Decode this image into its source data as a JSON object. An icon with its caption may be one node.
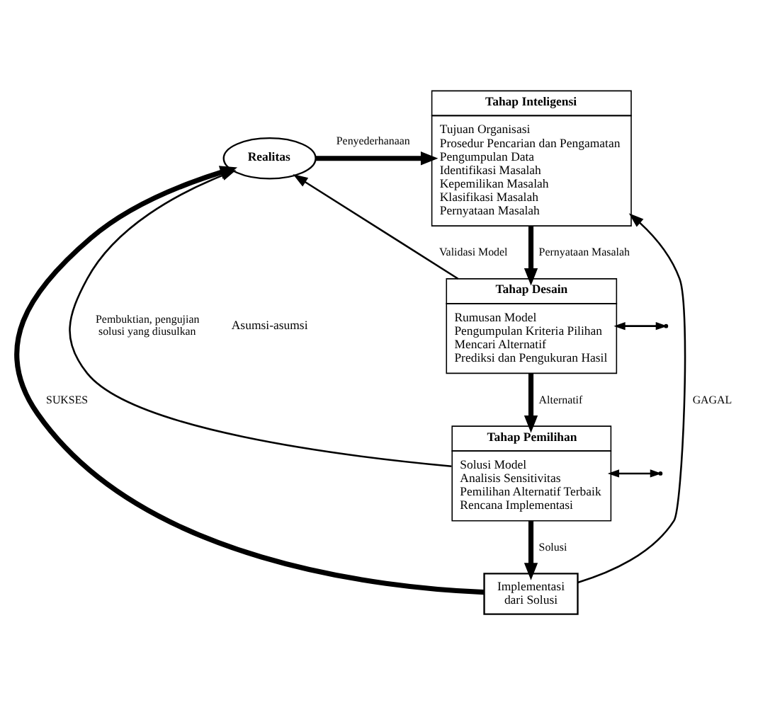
{
  "diagram": {
    "nodes": [
      {
        "text": [
          "Realitas"
        ]
      },
      {
        "text": [
          "Tahap Inteligensi",
          "Tujuan Organisasi",
          "Prosedur Pencarian dan Pengamatan",
          "Pengumpulan Data",
          "Identifikasi Masalah",
          "Kepemilikan Masalah",
          "Klasifikasi Masalah",
          "Pernyataan Masalah"
        ]
      },
      {
        "text": [
          "Tahap Desain",
          "Rumusan Model",
          "Pengumpulan Kriteria Pilihan",
          "Mencari Alternatif",
          "Prediksi dan Pengukuran Hasil"
        ]
      },
      {
        "text": [
          "Tahap Pemilihan",
          "Solusi Model",
          "Analisis Sensitivitas",
          "Pemilihan Alternatif Terbaik",
          "Rencana Implementasi"
        ]
      },
      {
        "text": [
          "Implementasi dari Solusi"
        ]
      }
    ],
    "edges": [
      {
        "from": 0,
        "to": 1,
        "arrow": "to",
        "style": "thick",
        "label": "Penyederhanaan"
      },
      {
        "from": 1,
        "to": 2,
        "arrow": "to",
        "style": "thick",
        "label": "Pernyataan Masalah"
      },
      {
        "from": 2,
        "to": 3,
        "arrow": "to",
        "style": "thick",
        "label": "Alternatif"
      },
      {
        "from": 3,
        "to": 4,
        "arrow": "to",
        "style": "thick",
        "label": "Solusi"
      },
      {
        "from": 4,
        "to": 0,
        "arrow": "to",
        "style": "thick",
        "label": "SUKSES"
      },
      {
        "from": 2,
        "to": 0,
        "arrow": "to",
        "label": "Validasi Model"
      },
      {
        "from": 3,
        "to": 0,
        "arrow": "to",
        "label": "Pembuktian, pengujian solusi yang diusulkan"
      },
      {
        "from": 4,
        "to": 1,
        "arrow": "to",
        "label": "GAGAL"
      },
      {
        "from": 2,
        "to": null,
        "arrow": "both"
      },
      {
        "from": 3,
        "to": null,
        "arrow": "both"
      }
    ],
    "labels": [
      "Asumsi-asumsi"
    ]
  }
}
